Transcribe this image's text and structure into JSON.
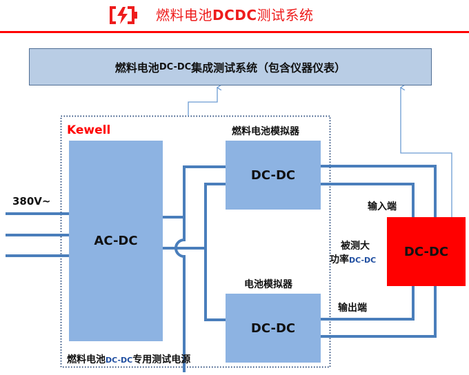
{
  "header": {
    "icon": "battery-charging-icon",
    "title_prefix": "燃料电池",
    "title_bold": "DCDC",
    "title_suffix": "测试系统",
    "accent_color": "#ff0000"
  },
  "top_system": {
    "label_prefix": "燃料电池",
    "label_dc": "DC-DC",
    "label_suffix": "集成测试系统（包含仪器仪表）"
  },
  "power_source": {
    "brand": "Kewell",
    "caption_prefix": "燃料电池",
    "caption_dc": "DC-DC",
    "caption_suffix": "专用测试电源"
  },
  "input": {
    "voltage_label": "380V~"
  },
  "blocks": {
    "ac_dc": "AC-DC",
    "fuel_cell_sim": {
      "title": "燃料电池模拟器",
      "label": "DC-DC"
    },
    "battery_sim": {
      "title": "电池模拟器",
      "label": "DC-DC"
    },
    "dut": {
      "label": "DC-DC",
      "color": "#ff0000"
    }
  },
  "annotations": {
    "input_port": "输入端",
    "output_port": "输出端",
    "dut_line1": "被测大",
    "dut_line2_prefix": "功率",
    "dut_line2_dc": "DC-DC"
  },
  "colors": {
    "block_fill": "#8db3e2",
    "wire": "#4a7ebb",
    "top_box_fill": "#b9cde5",
    "dotted_border": "#2f4f7f"
  }
}
